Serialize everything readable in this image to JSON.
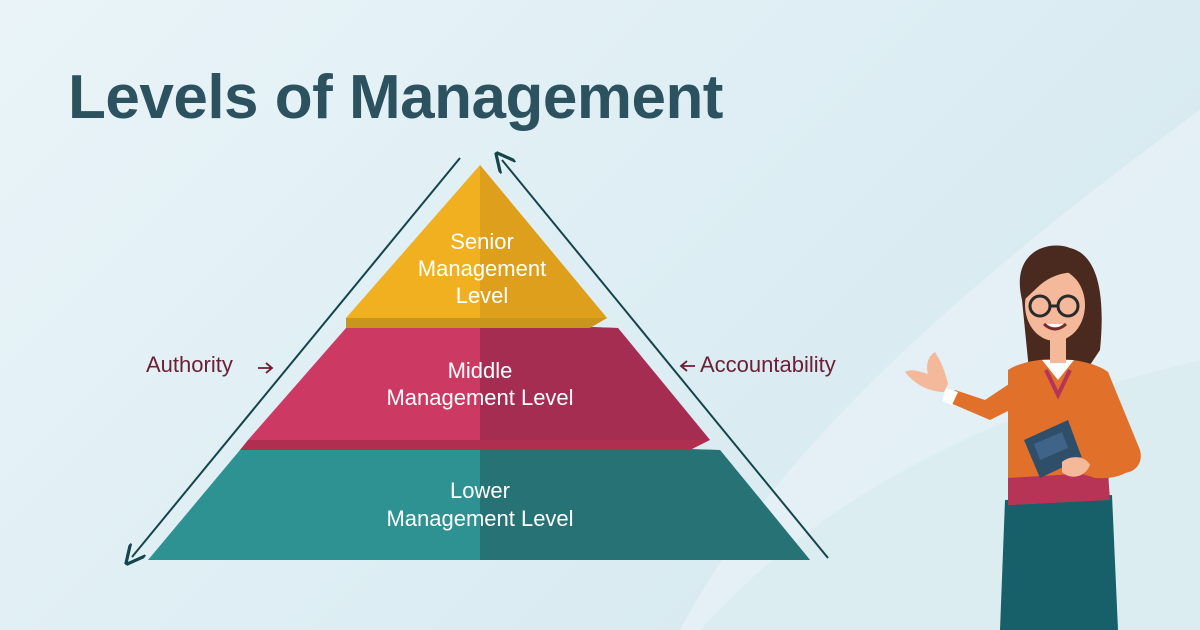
{
  "title": "Levels of Management",
  "levels": {
    "senior": {
      "line1": "Senior",
      "line2": "Management",
      "line3": "Level",
      "color": "#f0b020"
    },
    "middle": {
      "line1": "Middle",
      "line2": "Management Level",
      "color": "#cc3a63"
    },
    "lower": {
      "line1": "Lower",
      "line2": "Management Level",
      "color": "#2e9192"
    }
  },
  "arrows": {
    "left_label": "Authority",
    "right_label": "Accountability",
    "color": "#14454b"
  },
  "colors": {
    "title": "#2c5260",
    "side_label": "#6b2035"
  },
  "illustration": "presenter-woman-icon"
}
